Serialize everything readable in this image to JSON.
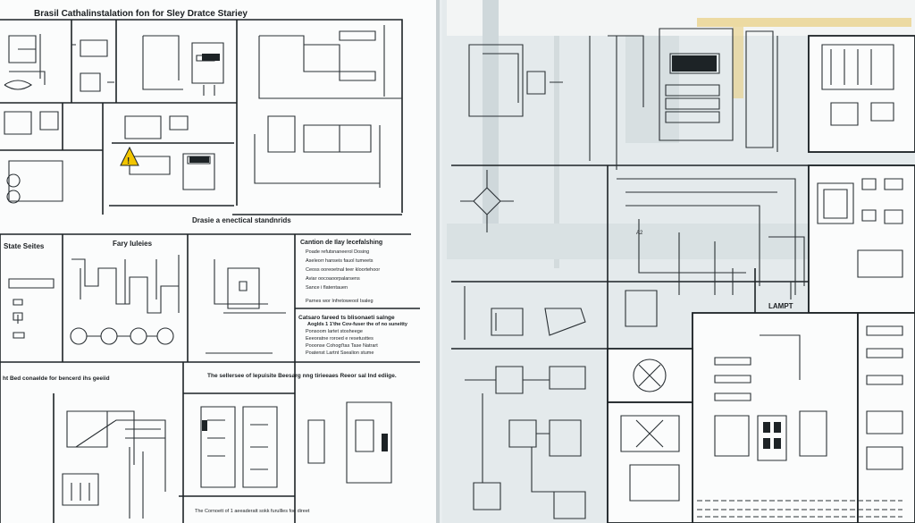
{
  "left_sheet": {
    "title": "Brasil Cathalinstalation fon for Sley Dratce Stariey",
    "standards_caption": "Drasie a enectical standnrids",
    "panels": {
      "switches": "State Seites",
      "fuses": "Fary Iuleies",
      "legend_title": "Cantion de Ilay lecefalshing",
      "legend_items": [
        "Poade refutsnaneerol Dosing",
        "Aseleorr hanseis fauol tumeets",
        "Ceoss ooreoetnal teer kloortehoor",
        "Aviar oocoaoorpalarsens",
        "Sance i flatentauen",
        "Parnes wor Infretoweool Isaleg"
      ],
      "caution_title": "Catsaro fareed ts blisonaeti salnge",
      "caution_sub": "Aoglds 1 1'the Cov-fuser the of no suneitty",
      "caution_items": [
        "Ponsoom lartet stosheege",
        "Eeeoratne roroed e resetusttes",
        "Pooonse Cohogt'tas Tase Natrart",
        "Poatenst Lartnt Ssealion stume"
      ],
      "note_left": "ht Bed conaelde for bencerd ihs geeiid",
      "note_mid": "The sellersee of Iepuisite Beesarg nng tirieeaes Reeor sal Ind ediige.",
      "note_bottom": "The Cornoett of 1 aeeaderatt sokk furullles foe direet"
    },
    "warning_color": "#f2c500"
  },
  "right_sheet": {
    "label_lamp": "LAMPT",
    "label_small": "A2"
  },
  "background": {
    "tone": "#dfe6e8",
    "accent": "#e8c86a"
  }
}
